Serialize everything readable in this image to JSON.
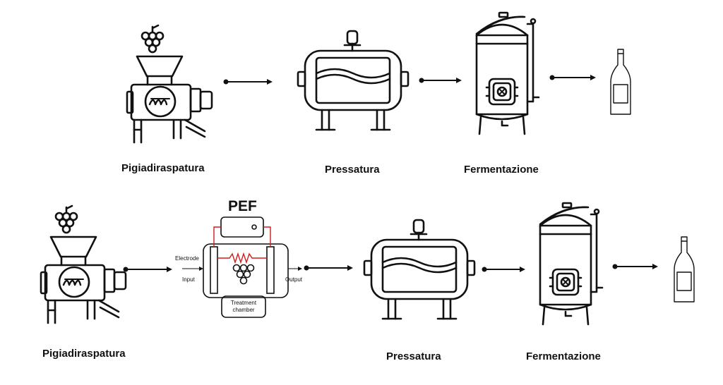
{
  "row1": {
    "step1": "Pigiadiraspatura",
    "step2": "Pressatura",
    "step3": "Fermentazione"
  },
  "row2": {
    "step1": "Pigiadiraspatura",
    "pef_title": "PEF",
    "electrode": "Electrode",
    "input": "Input",
    "output": "Output",
    "chamber_line1": "Treatment",
    "chamber_line2": "chamber",
    "step3": "Pressatura",
    "step4": "Fermentazione"
  },
  "colors": {
    "line": "#111111",
    "electrode_wire": "#d21c1c"
  }
}
